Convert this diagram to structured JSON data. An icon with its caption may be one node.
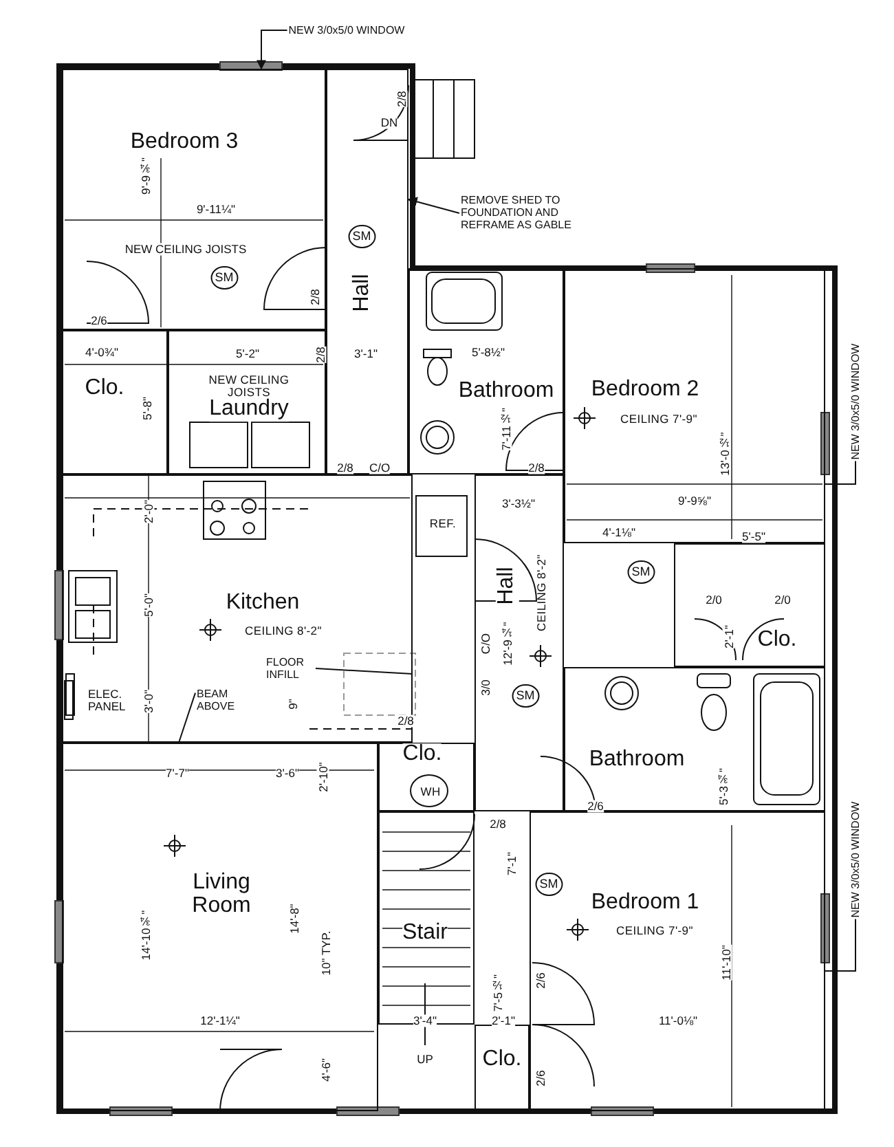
{
  "diagram": {
    "nodes": [
      {
        "text": [
          "Bedroom 3"
        ]
      },
      {
        "text": [
          "Hall"
        ]
      },
      {
        "text": [
          "Clo."
        ]
      },
      {
        "text": [
          "NEW CEILING JOISTS",
          "Laundry"
        ]
      },
      {
        "text": [
          "Bathroom"
        ]
      },
      {
        "text": [
          "Bedroom 2",
          "CEILING 7'-9\""
        ]
      },
      {
        "text": [
          "Kitchen",
          "CEILING 8'-2\""
        ]
      },
      {
        "text": [
          "REF."
        ]
      },
      {
        "text": [
          "Hall",
          "CEILING 8'-2\""
        ]
      },
      {
        "text": [
          "Clo."
        ]
      },
      {
        "text": [
          "Bathroom"
        ]
      },
      {
        "text": [
          "Clo."
        ]
      },
      {
        "text": [
          "WH"
        ],
        "in": 11
      },
      {
        "text": [
          "Living Room"
        ]
      },
      {
        "text": [
          "Stair"
        ]
      },
      {
        "text": [
          "Bedroom 1",
          "CEILING 7'-9\""
        ]
      },
      {
        "text": [
          "Clo."
        ]
      },
      {
        "text": [
          "NEW 3/0x5/0 WINDOW"
        ]
      },
      {
        "text": [
          "REMOVE SHED TO FOUNDATION AND REFRAME AS GABLE"
        ]
      },
      {
        "text": [
          "NEW 3/0x5/0 WINDOW"
        ]
      },
      {
        "text": [
          "FLOOR INFILL"
        ],
        "in": 6
      },
      {
        "text": [
          "BEAM ABOVE"
        ],
        "in": 6
      },
      {
        "text": [
          "NEW 3/0x5/0 WINDOW"
        ]
      }
    ],
    "edges": [
      {
        "from": 17,
        "to": 0,
        "arrow": "to"
      },
      {
        "from": 18,
        "to": 1,
        "arrow": "to"
      },
      {
        "from": 19,
        "to": 5,
        "arrow": "none"
      },
      {
        "from": 20,
        "to": 6,
        "arrow": "none"
      },
      {
        "from": 21,
        "to": 6,
        "arrow": "none"
      },
      {
        "from": 22,
        "to": 15,
        "arrow": "none"
      }
    ],
    "labels": [
      "2/8",
      "DN",
      "9'-9¾\"",
      "9'-11¼\"",
      "NEW CEILING JOISTS",
      "SM",
      "SM",
      "2/8",
      "2/6",
      "4'-0¾\"",
      "5'-2\"",
      "2/8",
      "3'-1\"",
      "5'-8½\"",
      "5'-8\"",
      "7'-11½\"",
      "2/8",
      "C/O",
      "2/8",
      "2'-0\"",
      "3'-3½\"",
      "13'-0½\"",
      "9'-9⅝\"",
      "4'-1⅛\"",
      "5'-5\"",
      "SM",
      "2/0",
      "2/0",
      "5'-0\"",
      "12'-9¼\"",
      "C/O",
      "3/0",
      "2'-1\"",
      "3'-0\"",
      "9\"",
      "2/8",
      "SM",
      "5'-3¾\"",
      "7'-7\"",
      "3'-6\"",
      "2'-10\"",
      "2/6",
      "2/8",
      "7'-1\"",
      "SM",
      "14'-10¾\"",
      "14'-8\"",
      "10\" TYP.",
      "11'-10\"",
      "7'-5½\"",
      "2/6",
      "12'-1¼\"",
      "3'-4\"",
      "2'-1\"",
      "11'-0⅛\"",
      "UP",
      "4'-6\"",
      "2/6",
      "ELEC. PANEL"
    ]
  }
}
